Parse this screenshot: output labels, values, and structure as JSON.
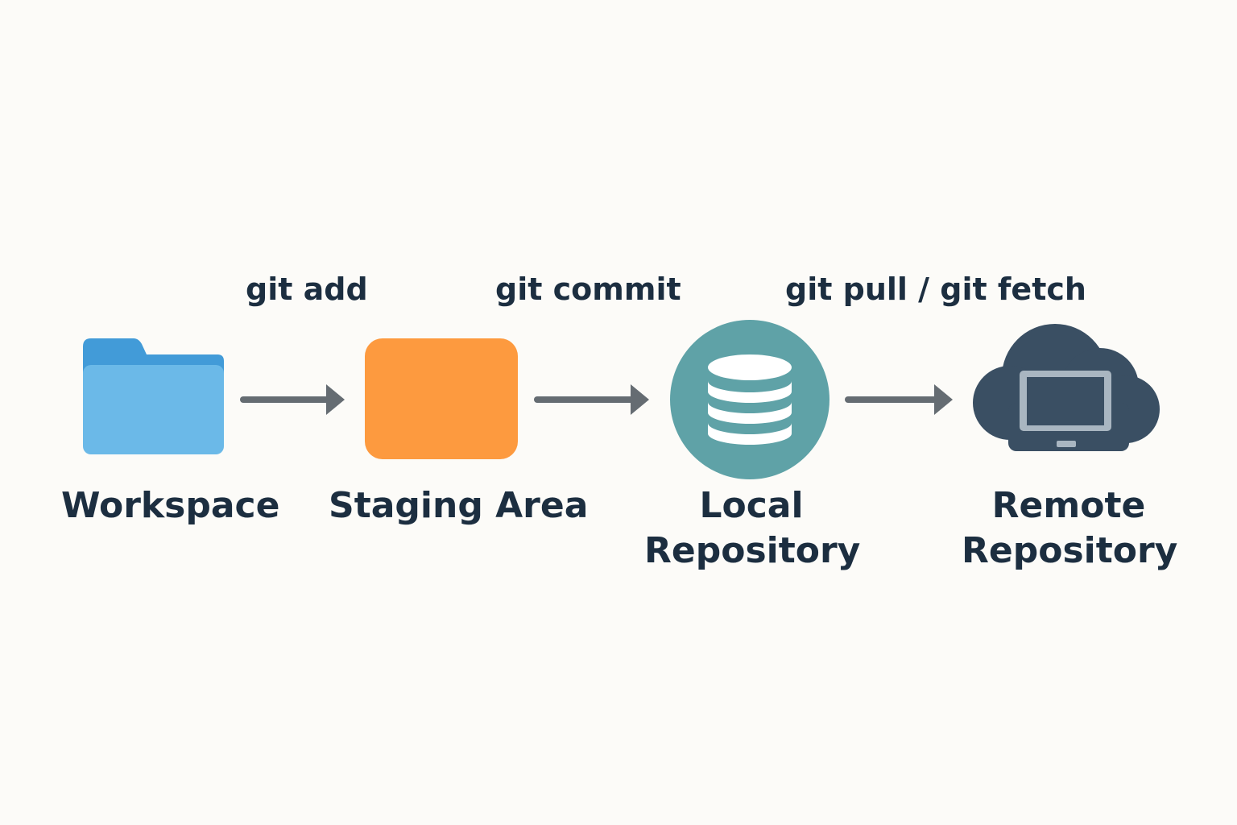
{
  "commands": {
    "add": "git add",
    "commit": "git commit",
    "pull_fetch": "git pull / git fetch"
  },
  "stages": {
    "workspace": {
      "label": "Workspace",
      "icon": "folder-icon"
    },
    "staging": {
      "label": "Staging Area",
      "icon": "staging-box-icon"
    },
    "local": {
      "label_line1": "Local",
      "label_line2": "Repository",
      "icon": "database-icon"
    },
    "remote": {
      "label_line1": "Remote",
      "label_line2": "Repository",
      "icon": "cloud-laptop-icon"
    }
  },
  "colors": {
    "background": "#fcfbf8",
    "text": "#1c2e40",
    "folder": "#6bb9e8",
    "folder_tab": "#429bd8",
    "staging": "#fd9a3f",
    "database_circle": "#5fa2a7",
    "cloud": "#3a4f63",
    "arrow": "#656c72"
  }
}
